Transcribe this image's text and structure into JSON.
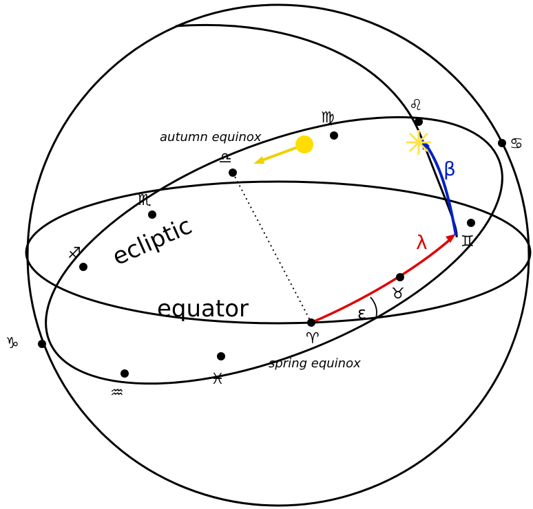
{
  "labels": {
    "autumn_equinox": "autumn equinox",
    "spring_equinox": "spring equinox",
    "ecliptic": "ecliptic",
    "equator": "equator",
    "epsilon": "ε",
    "lambda": "λ",
    "beta": "β"
  },
  "zodiac": {
    "aries": "♈",
    "taurus": "♉",
    "gemini": "♊",
    "cancer": "♋",
    "leo": "♌",
    "virgo": "♍",
    "libra": "♎",
    "scorpio": "♏",
    "sagittarius": "♐",
    "capricorn": "♑",
    "aquarius": "♒",
    "pisces": "♓"
  },
  "colors": {
    "lambda_arc": "#e00000",
    "beta_arc": "#0020c8",
    "sun": "#ffdd00",
    "star": "#ffe24a",
    "lines": "#000000"
  }
}
